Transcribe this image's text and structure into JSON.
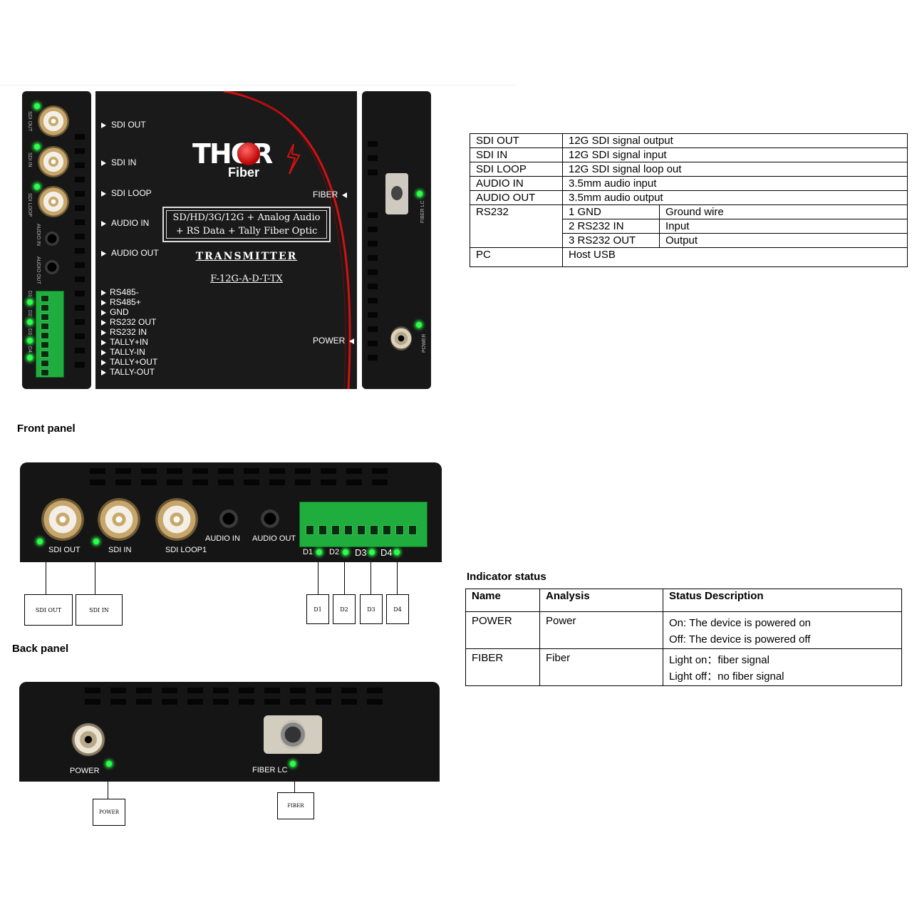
{
  "top_panel": {
    "left_labels": [
      "SDI OUT",
      "SDI IN",
      "SDI LOOP",
      "AUDIO IN",
      "AUDIO OUT"
    ],
    "pin_labels": [
      "RS485-",
      "RS485+",
      "GND",
      "RS232 OUT",
      "RS232 IN",
      "TALLY+IN",
      "TALLY-IN",
      "TALLY+OUT",
      "TALLY-OUT"
    ],
    "brand_thor": "THOR",
    "brand_fiber": "Fiber",
    "desc_line1": "SD/HD/3G/12G + Analog Audio",
    "desc_line2": "+ RS Data + Tally Fiber Optic",
    "transmitter": "TRANSMITTER",
    "model": "F-12G-A-D-T-TX",
    "fiber_label": "FIBER",
    "power_label": "POWER",
    "side_left_vertical": [
      "SDI OUT",
      "SDI IN",
      "SDI LOOP",
      "AUDIO IN",
      "AUDIO OUT"
    ],
    "side_left_d": [
      "D1",
      "D2",
      "D3",
      "D4"
    ],
    "side_right_vertical": [
      "FIBER LC",
      "POWER"
    ]
  },
  "port_table": {
    "rows": [
      {
        "name": "SDI OUT",
        "desc": "12G SDI signal output"
      },
      {
        "name": "SDI IN",
        "desc": "12G SDI signal input"
      },
      {
        "name": "SDI LOOP",
        "desc": "12G SDI signal loop out"
      },
      {
        "name": "AUDIO IN",
        "desc": "3.5mm audio input"
      },
      {
        "name": "AUDIO OUT",
        "desc": "3.5mm audio output"
      }
    ],
    "rs232": {
      "name": "RS232",
      "pins": [
        {
          "pin": "1 GND",
          "func": "Ground wire"
        },
        {
          "pin": "2 RS232 IN",
          "func": "Input"
        },
        {
          "pin": "3 RS232 OUT",
          "func": "Output"
        }
      ]
    },
    "pc": {
      "name": "PC",
      "desc": "Host USB"
    }
  },
  "front_panel": {
    "heading": "Front panel",
    "labels": [
      "SDI OUT",
      "SDI IN",
      "SDI LOOP1",
      "AUDIO IN",
      "AUDIO OUT"
    ],
    "d_labels": [
      "D1",
      "D2",
      "D3",
      "D4"
    ],
    "callouts": [
      "SDI OUT",
      "SDI IN",
      "D1",
      "D2",
      "D3",
      "D4"
    ]
  },
  "back_panel": {
    "heading": "Back panel",
    "labels": [
      "POWER",
      "FIBER LC"
    ],
    "callouts": [
      "POWER",
      "FIBER"
    ]
  },
  "indicator": {
    "heading": "Indicator status",
    "headers": [
      "Name",
      "Analysis",
      "Status Description"
    ],
    "rows": [
      {
        "name": "POWER",
        "analysis": "Power",
        "line1": "On: The device is powered on",
        "line2": "Off: The device is powered off"
      },
      {
        "name": "FIBER",
        "analysis": "Fiber",
        "line1": "Light on：fiber signal",
        "line2": "Light off：no fiber signal"
      }
    ]
  }
}
